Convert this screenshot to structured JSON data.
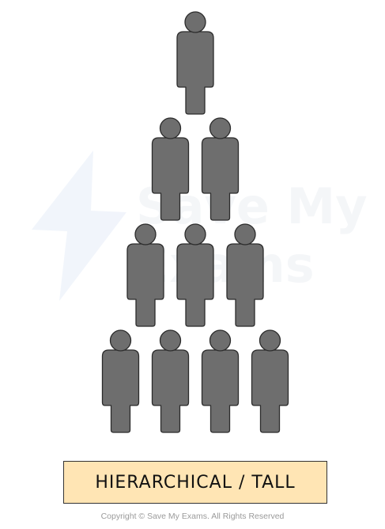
{
  "label": "HIERARCHICAL / TALL",
  "copyright": "Copyright © Save My Exams. All Rights Reserved",
  "watermark": {
    "line1": "Save My",
    "line2": "Exams"
  },
  "pyramid_rows": [
    1,
    2,
    3,
    4
  ],
  "colors": {
    "figure_fill": "#6e6e6e",
    "figure_stroke": "#2b2b2b",
    "label_bg": "#ffe5b4",
    "watermark": "#dfe6f5"
  }
}
